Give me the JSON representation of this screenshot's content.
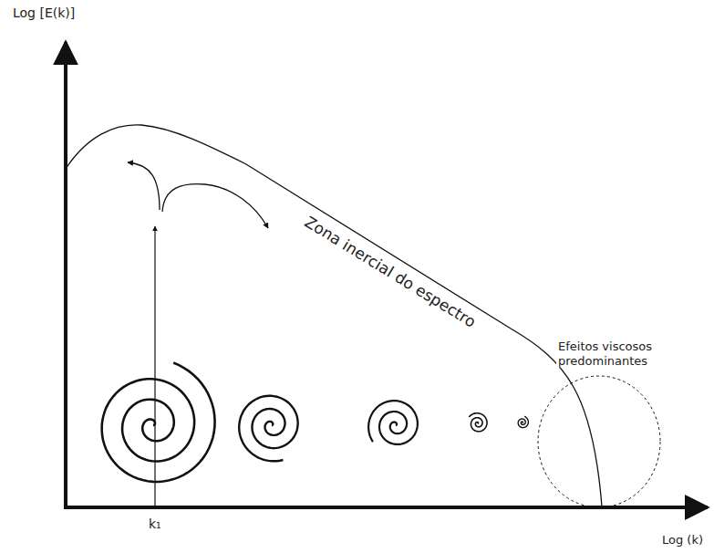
{
  "diagram": {
    "labels": [
      "Log [E(k)]",
      "Zona inercial do espectro",
      "Efeitos viscosos predominantes",
      "k₁",
      "Log (k)"
    ]
  }
}
